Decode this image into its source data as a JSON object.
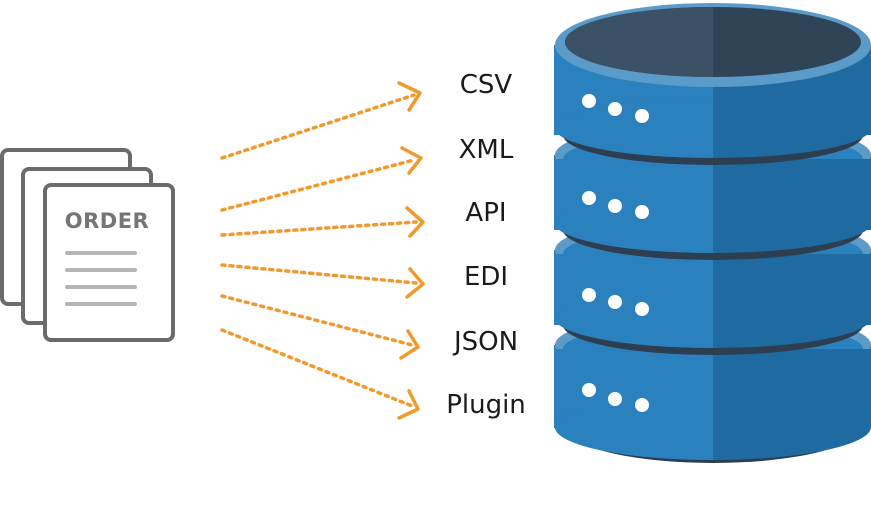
{
  "document": {
    "title": "ORDER",
    "icon": "stacked-documents-icon"
  },
  "formats": [
    {
      "label": "CSV"
    },
    {
      "label": "XML"
    },
    {
      "label": "API"
    },
    {
      "label": "EDI"
    },
    {
      "label": "JSON"
    },
    {
      "label": "Plugin"
    }
  ],
  "database": {
    "icon": "database-server-icon",
    "tiers": 4
  },
  "colors": {
    "arrow": "#f2992e",
    "document_stroke": "#6b6b6b",
    "document_lines": "#b5b5b5",
    "database_light": "#2b80be",
    "database_dark": "#1e6aa1",
    "database_top": "#33495c"
  }
}
